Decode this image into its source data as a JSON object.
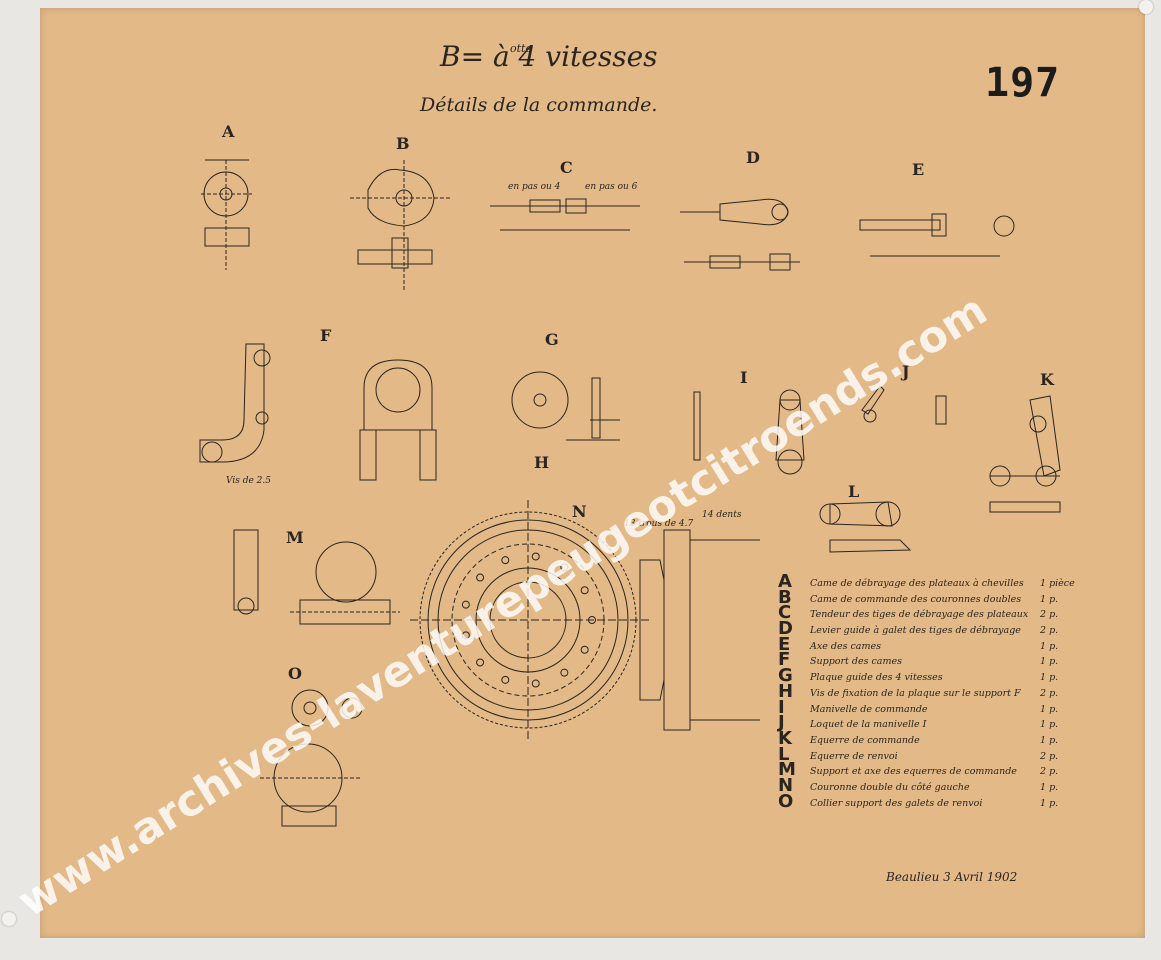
{
  "title": {
    "main": "B= à 4 vitesses",
    "superscript": "otte",
    "subtitle": "Détails de la commande."
  },
  "sheet_number": "197",
  "part_labels": [
    "A",
    "B",
    "C",
    "D",
    "E",
    "F",
    "G",
    "H",
    "I",
    "J",
    "K",
    "L",
    "M",
    "N",
    "O"
  ],
  "annotations": {
    "c_left": "en pas ou 4",
    "c_right": "en pas ou 6",
    "f_note": "Vis de 2.5",
    "n_teeth_holes": "13 trous de 4.7",
    "n_teeth": "14 dents"
  },
  "legend": {
    "letters": [
      "A",
      "B",
      "C",
      "D",
      "E",
      "F",
      "G",
      "H",
      "I",
      "J",
      "K",
      "L",
      "M",
      "N",
      "O"
    ],
    "items": [
      {
        "text": "Came de débrayage des plateaux à chevilles",
        "qty": "1 pièce"
      },
      {
        "text": "Came de commande des couronnes doubles",
        "qty": "1 p."
      },
      {
        "text": "Tendeur des tiges de débrayage des plateaux",
        "qty": "2 p."
      },
      {
        "text": "Levier guide à galet des tiges de débrayage",
        "qty": "2 p."
      },
      {
        "text": "Axe des cames",
        "qty": "1 p."
      },
      {
        "text": "Support des cames",
        "qty": "1 p."
      },
      {
        "text": "Plaque guide des 4 vitesses",
        "qty": "1 p."
      },
      {
        "text": "Vis de fixation de la plaque sur le support F",
        "qty": "2 p."
      },
      {
        "text": "Manivelle de commande",
        "qty": "1 p."
      },
      {
        "text": "Loquet de la manivelle I",
        "qty": "1 p."
      },
      {
        "text": "Equerre de commande",
        "qty": "1 p."
      },
      {
        "text": "Equerre de renvoi",
        "qty": "2 p."
      },
      {
        "text": "Support et axe des equerres de commande",
        "qty": "2 p."
      },
      {
        "text": "Couronne double du côté gauche",
        "qty": "1 p."
      },
      {
        "text": "Collier support des galets de renvoi",
        "qty": "1 p."
      }
    ]
  },
  "signature": "Beaulieu 3 Avril 1902",
  "watermark": "www.archives-laventurepeugeotcitroends.com",
  "colors": {
    "paper": "#e2b987",
    "ink": "#2a2520",
    "watermark": "#ffffff",
    "background": "#e9e7e4"
  }
}
